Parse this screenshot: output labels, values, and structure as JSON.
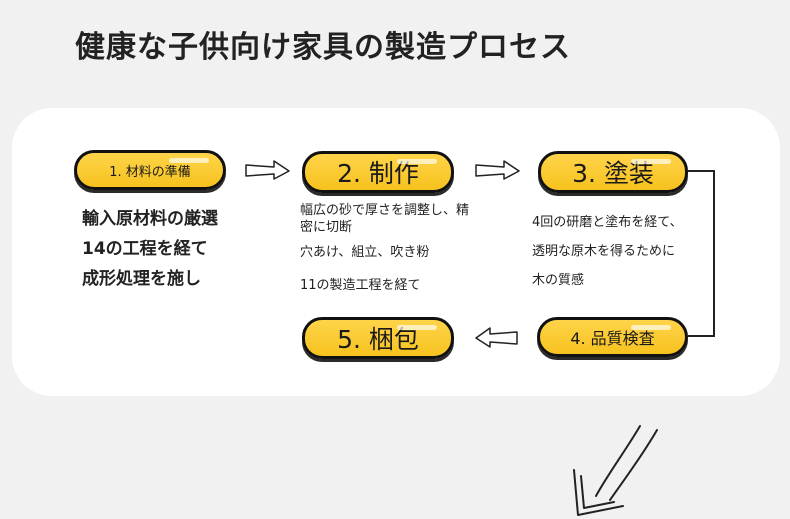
{
  "title": "健康な子供向け家具の製造プロセス",
  "steps": [
    {
      "label": "1. 材料の準備",
      "lines": [
        "輸入原材料の厳選",
        "14の工程を経て",
        "成形処理を施し"
      ]
    },
    {
      "label": "2. 制作",
      "lines": [
        "幅広の砂で厚さを調整し、精",
        "密に切断",
        "穴あけ、組立、吹き粉",
        "11の製造工程を経て"
      ]
    },
    {
      "label": "3. 塗装",
      "lines": [
        "4回の研磨と塗布を経て、",
        "透明な原木を得るために",
        "木の質感"
      ]
    },
    {
      "label": "4. 品質検査"
    },
    {
      "label": "5. 梱包"
    }
  ],
  "colors": {
    "pill_fill": "#f6c21e",
    "outline": "#111111",
    "card": "#ffffff",
    "background": "#f1f1f1"
  },
  "icons": [
    "arrow-right-icon",
    "arrow-left-icon",
    "big-down-arrow-icon"
  ]
}
